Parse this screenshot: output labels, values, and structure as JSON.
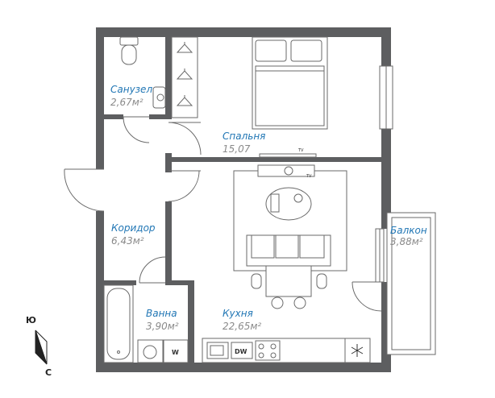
{
  "rooms": {
    "bathroom_wc": {
      "name": "Санузел",
      "area": "2,67м²"
    },
    "bedroom": {
      "name": "Спальня",
      "area": "15,07"
    },
    "corridor": {
      "name": "Коридор",
      "area": "6,43м²"
    },
    "balcony": {
      "name": "Балкон",
      "area": "3,88м²"
    },
    "bath": {
      "name": "Ванна",
      "area": "3,90м²"
    },
    "kitchen": {
      "name": "Кухня",
      "area": "22,65м²"
    }
  },
  "appliances": {
    "tv_bedroom": "TV",
    "tv_living": "TV",
    "washer": "W",
    "dishwasher": "DW"
  },
  "compass": {
    "north_label": "Ю",
    "south_label": "С"
  },
  "icons": {
    "freezer": "snowflake-icon",
    "toilet": "toilet-icon",
    "bathtub": "bathtub-icon",
    "bed": "bed-icon",
    "sofa": "sofa-icon",
    "stove": "stove-icon",
    "sink": "sink-icon",
    "compass": "compass-arrow-icon"
  },
  "colors": {
    "wall": "#5d5e60",
    "room_name": "#2277b5",
    "room_area": "#8a8a8a"
  }
}
